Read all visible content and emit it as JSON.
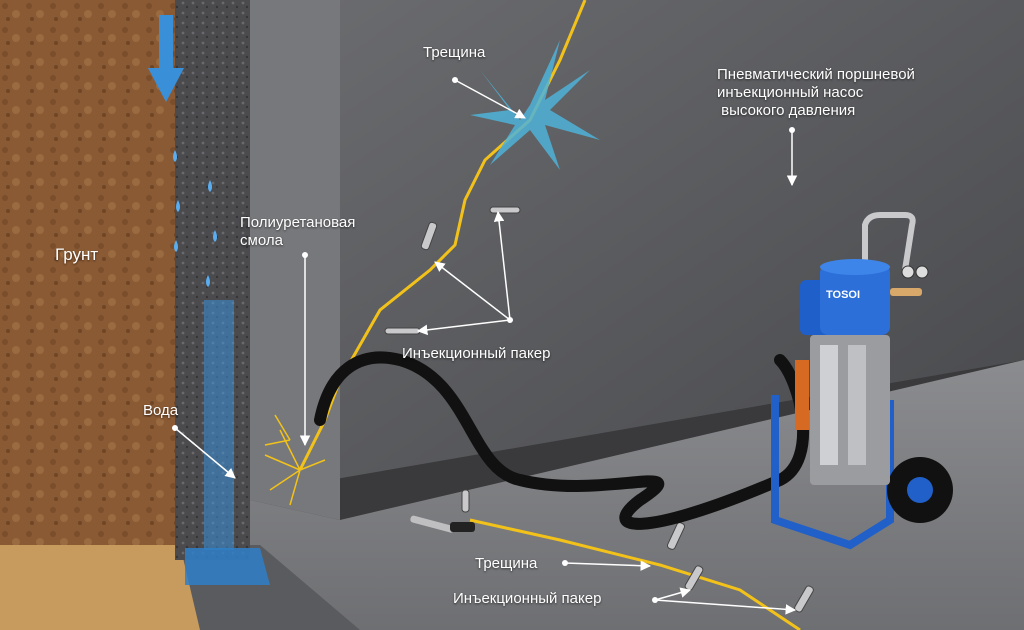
{
  "labels": {
    "soil": "Грунт",
    "water": "Вода",
    "resin": "Полиуретановая\nсмола",
    "crack_wall": "Трещина",
    "packer_wall": "Инъекционный пакер",
    "pump": "Пневматический поршневой\nинъекционный насос\n высокого давления",
    "crack_floor": "Трещина",
    "packer_floor": "Инъекционный пакер"
  },
  "pump_brand": "TOSOI",
  "colors": {
    "soil": "#8a5a34",
    "gravel": "#4a4a4c",
    "wall": "#5c5d60",
    "floor": "#808184",
    "water": "#3a8fd9",
    "resin": "#f2c21a",
    "pump_blue": "#1f5fc9",
    "hose": "#111111"
  }
}
